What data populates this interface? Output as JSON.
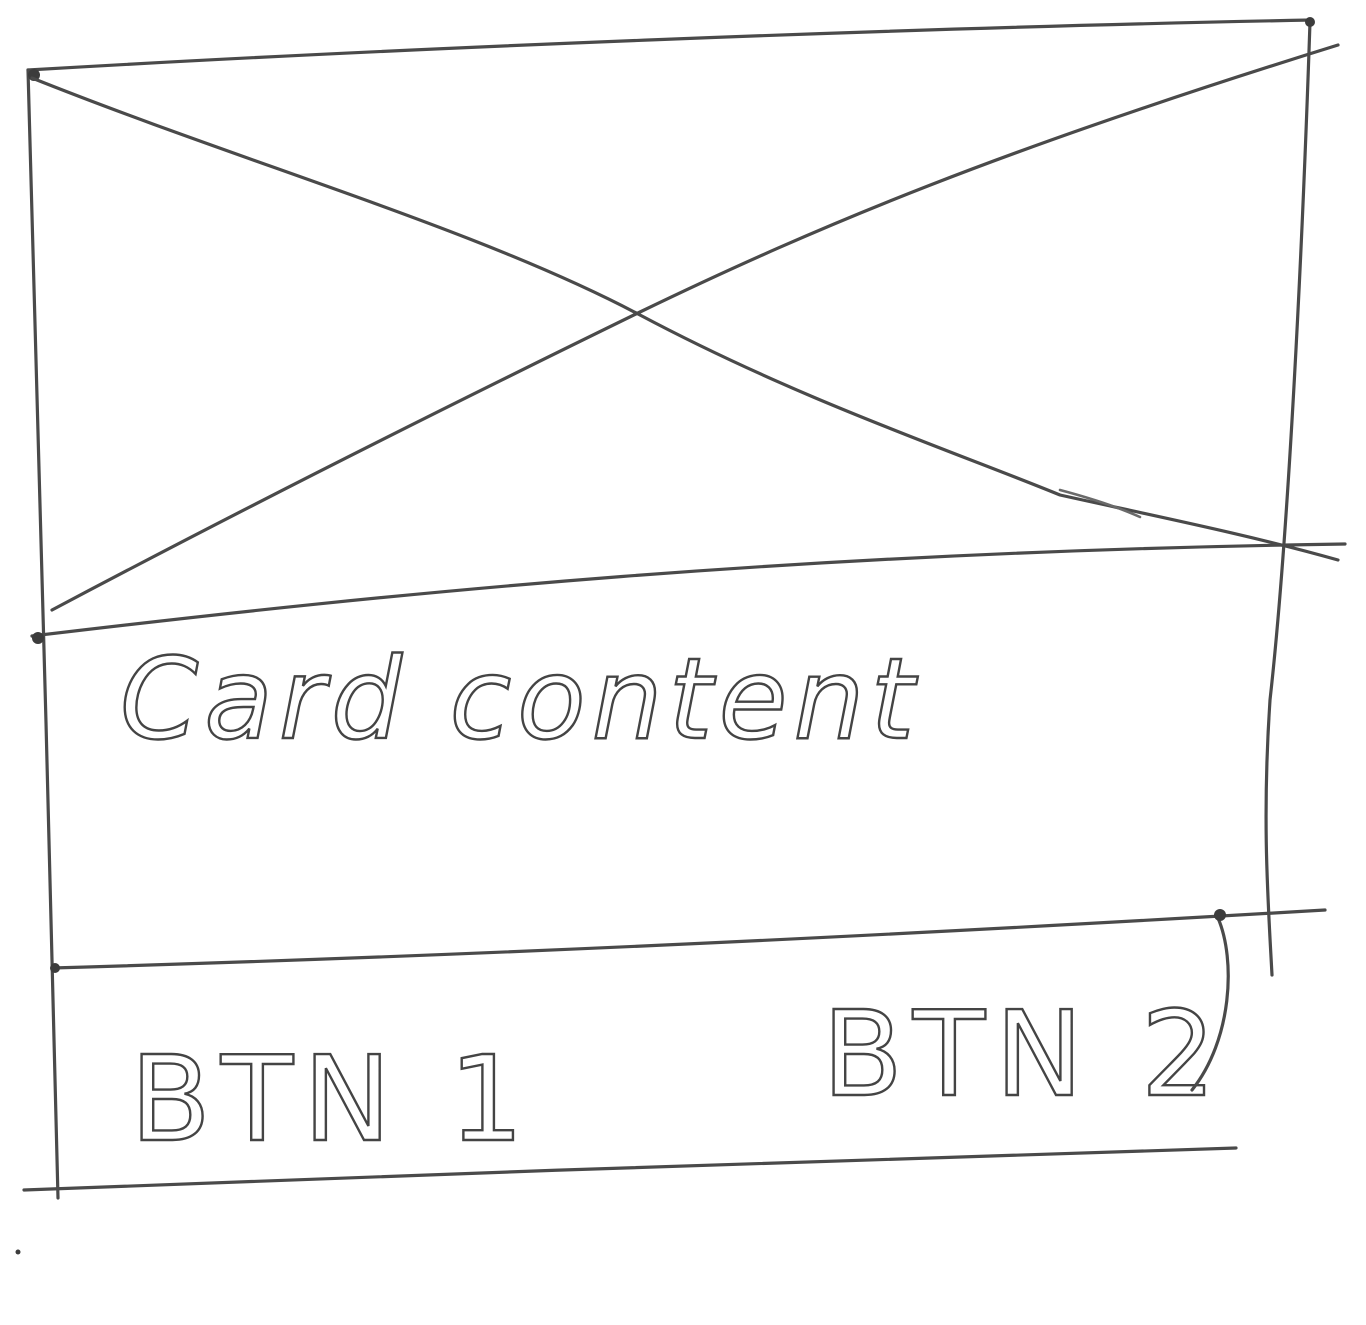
{
  "card": {
    "image_placeholder": "image-placeholder-x",
    "content_text": "Card content",
    "actions": {
      "btn1_label": "BTN 1",
      "btn2_label": "BTN 2"
    }
  },
  "colors": {
    "ink": "#4a4a4a",
    "paper": "#ffffff"
  }
}
